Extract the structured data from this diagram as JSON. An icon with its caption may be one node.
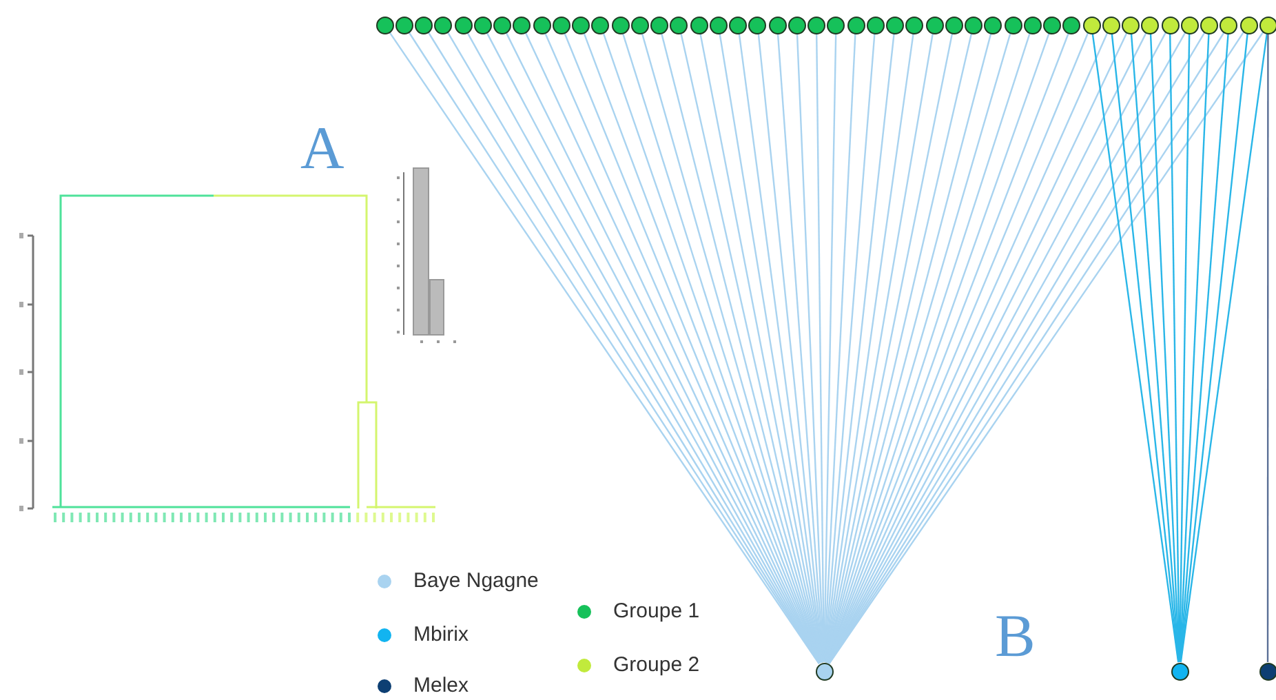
{
  "diagram": {
    "nodes": [
      {
        "text": [],
        "shape": "circle"
      },
      {
        "text": [],
        "shape": "circle"
      },
      {
        "text": [],
        "shape": "circle"
      },
      {
        "text": [],
        "shape": "circle"
      },
      {
        "text": [],
        "shape": "circle"
      },
      {
        "text": [],
        "shape": "circle"
      },
      {
        "text": [],
        "shape": "circle"
      },
      {
        "text": [],
        "shape": "circle"
      },
      {
        "text": [],
        "shape": "circle"
      },
      {
        "text": [],
        "shape": "circle"
      },
      {
        "text": [],
        "shape": "circle"
      },
      {
        "text": [],
        "shape": "circle"
      },
      {
        "text": [],
        "shape": "circle"
      },
      {
        "text": [],
        "shape": "circle"
      },
      {
        "text": [],
        "shape": "circle"
      },
      {
        "text": [],
        "shape": "circle"
      },
      {
        "text": [],
        "shape": "circle"
      },
      {
        "text": [],
        "shape": "circle"
      },
      {
        "text": [],
        "shape": "circle"
      },
      {
        "text": [],
        "shape": "circle"
      },
      {
        "text": [],
        "shape": "circle"
      },
      {
        "text": [],
        "shape": "circle"
      },
      {
        "text": [],
        "shape": "circle"
      },
      {
        "text": [],
        "shape": "circle"
      },
      {
        "text": [],
        "shape": "circle"
      },
      {
        "text": [],
        "shape": "circle"
      },
      {
        "text": [],
        "shape": "circle"
      },
      {
        "text": [],
        "shape": "circle"
      },
      {
        "text": [],
        "shape": "circle"
      },
      {
        "text": [],
        "shape": "circle"
      },
      {
        "text": [],
        "shape": "circle"
      },
      {
        "text": [],
        "shape": "circle"
      },
      {
        "text": [],
        "shape": "circle"
      },
      {
        "text": [],
        "shape": "circle"
      },
      {
        "text": [],
        "shape": "circle"
      },
      {
        "text": [],
        "shape": "circle"
      },
      {
        "text": [],
        "shape": "circle"
      },
      {
        "text": [],
        "shape": "circle"
      },
      {
        "text": [],
        "shape": "circle"
      },
      {
        "text": [],
        "shape": "circle"
      },
      {
        "text": [],
        "shape": "circle"
      },
      {
        "text": [],
        "shape": "circle"
      },
      {
        "text": [],
        "shape": "circle"
      },
      {
        "text": [],
        "shape": "circle"
      },
      {
        "text": [],
        "shape": "circle"
      },
      {
        "text": [],
        "shape": "circle"
      },
      {
        "text": [],
        "shape": "circle"
      },
      {
        "text": [],
        "shape": "circle"
      },
      {
        "text": [],
        "shape": "circle"
      }
    ],
    "edges": [
      {
        "from": 0,
        "to": 46,
        "arrow": "none"
      },
      {
        "from": 1,
        "to": 46,
        "arrow": "none"
      },
      {
        "from": 2,
        "to": 46,
        "arrow": "none"
      },
      {
        "from": 3,
        "to": 46,
        "arrow": "none"
      },
      {
        "from": 4,
        "to": 46,
        "arrow": "none"
      },
      {
        "from": 5,
        "to": 46,
        "arrow": "none"
      },
      {
        "from": 6,
        "to": 46,
        "arrow": "none"
      },
      {
        "from": 7,
        "to": 46,
        "arrow": "none"
      },
      {
        "from": 8,
        "to": 46,
        "arrow": "none"
      },
      {
        "from": 9,
        "to": 46,
        "arrow": "none"
      },
      {
        "from": 10,
        "to": 46,
        "arrow": "none"
      },
      {
        "from": 11,
        "to": 46,
        "arrow": "none"
      },
      {
        "from": 12,
        "to": 46,
        "arrow": "none"
      },
      {
        "from": 13,
        "to": 46,
        "arrow": "none"
      },
      {
        "from": 14,
        "to": 46,
        "arrow": "none"
      },
      {
        "from": 15,
        "to": 46,
        "arrow": "none"
      },
      {
        "from": 16,
        "to": 46,
        "arrow": "none"
      },
      {
        "from": 17,
        "to": 46,
        "arrow": "none"
      },
      {
        "from": 18,
        "to": 46,
        "arrow": "none"
      },
      {
        "from": 19,
        "to": 46,
        "arrow": "none"
      },
      {
        "from": 20,
        "to": 46,
        "arrow": "none"
      },
      {
        "from": 21,
        "to": 46,
        "arrow": "none"
      },
      {
        "from": 22,
        "to": 46,
        "arrow": "none"
      },
      {
        "from": 23,
        "to": 46,
        "arrow": "none"
      },
      {
        "from": 24,
        "to": 46,
        "arrow": "none"
      },
      {
        "from": 25,
        "to": 46,
        "arrow": "none"
      },
      {
        "from": 26,
        "to": 46,
        "arrow": "none"
      },
      {
        "from": 27,
        "to": 46,
        "arrow": "none"
      },
      {
        "from": 28,
        "to": 46,
        "arrow": "none"
      },
      {
        "from": 29,
        "to": 46,
        "arrow": "none"
      },
      {
        "from": 30,
        "to": 46,
        "arrow": "none"
      },
      {
        "from": 31,
        "to": 46,
        "arrow": "none"
      },
      {
        "from": 32,
        "to": 46,
        "arrow": "none"
      },
      {
        "from": 33,
        "to": 46,
        "arrow": "none"
      },
      {
        "from": 34,
        "to": 46,
        "arrow": "none"
      },
      {
        "from": 35,
        "to": 46,
        "arrow": "none"
      },
      {
        "from": 36,
        "to": 46,
        "arrow": "none"
      },
      {
        "from": 37,
        "to": 46,
        "arrow": "none"
      },
      {
        "from": 38,
        "to": 46,
        "arrow": "none"
      },
      {
        "from": 39,
        "to": 46,
        "arrow": "none"
      },
      {
        "from": 40,
        "to": 46,
        "arrow": "none"
      },
      {
        "from": 41,
        "to": 46,
        "arrow": "none"
      },
      {
        "from": 42,
        "to": 46,
        "arrow": "none"
      },
      {
        "from": 43,
        "to": 46,
        "arrow": "none"
      },
      {
        "from": 44,
        "to": 46,
        "arrow": "none"
      },
      {
        "from": 45,
        "to": 46,
        "arrow": "none"
      },
      {
        "from": 36,
        "to": 47,
        "arrow": "none",
        "color": "#29b6e8"
      },
      {
        "from": 37,
        "to": 47,
        "arrow": "none",
        "color": "#29b6e8"
      },
      {
        "from": 38,
        "to": 47,
        "arrow": "none",
        "color": "#29b6e8"
      },
      {
        "from": 39,
        "to": 47,
        "arrow": "none",
        "color": "#29b6e8"
      },
      {
        "from": 40,
        "to": 47,
        "arrow": "none",
        "color": "#29b6e8"
      },
      {
        "from": 41,
        "to": 47,
        "arrow": "none",
        "color": "#29b6e8"
      },
      {
        "from": 42,
        "to": 47,
        "arrow": "none",
        "color": "#29b6e8"
      },
      {
        "from": 43,
        "to": 47,
        "arrow": "none",
        "color": "#29b6e8"
      },
      {
        "from": 44,
        "to": 47,
        "arrow": "none",
        "color": "#29b6e8"
      },
      {
        "from": 45,
        "to": 47,
        "arrow": "none",
        "color": "#29b6e8"
      },
      {
        "from": 45,
        "to": 48,
        "arrow": "none",
        "color": "#5a6f96"
      }
    ],
    "labels": [
      "A",
      "B"
    ],
    "legend": [
      {
        "text": "Baye Ngagne",
        "color": "#a9d3f0"
      },
      {
        "text": "Mbirix",
        "color": "#12b4f0"
      },
      {
        "text": "Melex",
        "color": "#0d3f73"
      },
      {
        "text": "Groupe 1",
        "color": "#16c15a"
      },
      {
        "text": "Groupe 2",
        "color": "#c1ea3c"
      }
    ]
  }
}
